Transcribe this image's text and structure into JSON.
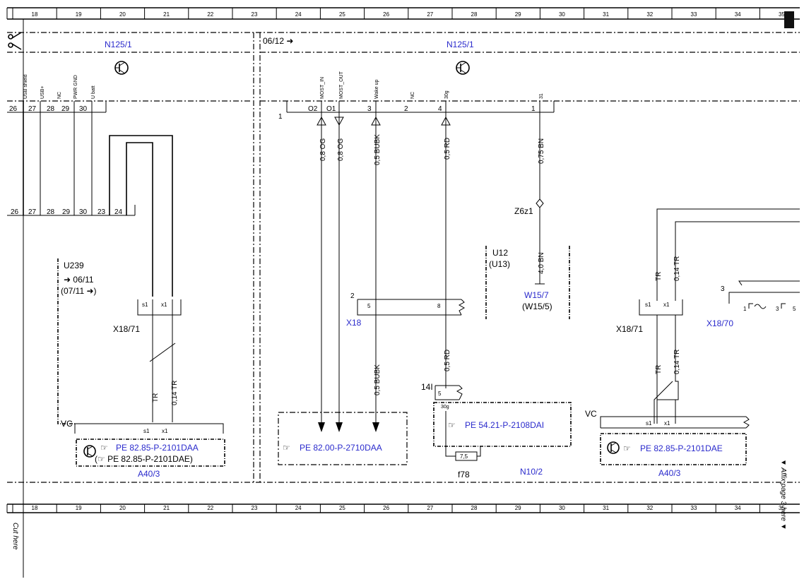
{
  "ruler": {
    "columns": [
      "18",
      "19",
      "20",
      "21",
      "22",
      "23",
      "24",
      "25",
      "26",
      "27",
      "28",
      "29",
      "30",
      "31",
      "32",
      "33",
      "34",
      "35"
    ]
  },
  "header": {
    "version_mark": "06/12 ➜",
    "module_left": "N125/1",
    "module_right": "N125/1"
  },
  "connector_left": {
    "pin_labels": [
      "USB shield",
      "USB+",
      "NC",
      "PWR GND",
      "U batt"
    ],
    "pins_top": [
      "26",
      "27",
      "28",
      "29",
      "30"
    ],
    "pins_bottom": [
      "26",
      "27",
      "28",
      "29",
      "30",
      "23",
      "24"
    ]
  },
  "connector_right": {
    "number": "1",
    "pin_labels": [
      "MOST_IN",
      "MOST_OUT",
      "Wake up",
      "NC",
      "30g",
      "31"
    ],
    "pins": [
      "O2",
      "O1",
      "3",
      "2",
      "4",
      "1"
    ]
  },
  "wires": {
    "w1": "0,8 OG",
    "w2": "0,8 OG",
    "w3": "0,5 BUBK",
    "w4": "0,5 RD",
    "w5": "0,75 BN",
    "w3b": "0,5 BUBK",
    "w4b": "0,5 RD",
    "w6": "4,0 BN",
    "tr": "TR",
    "tr014": "0,14 TR"
  },
  "labels": {
    "u239": "U239",
    "u239_v1": "➜ 06/11",
    "u239_v2": "(07/11 ➜)",
    "x18_71": "X18/71",
    "x18": "X18",
    "x18_num": "2",
    "x18_70": "X18/70",
    "z6z1": "Z6z1",
    "u12": "U12",
    "u13": "(U13)",
    "w15_7": "W15/7",
    "w15_5": "(W15/5)",
    "vc": "VC",
    "a40_3": "A40/3",
    "n10_2": "N10/2",
    "f78": "f78",
    "fuse": "7,5",
    "p14i": "14I",
    "p5": "5",
    "p30g": "30g",
    "p8": "8",
    "p3": "3",
    "p1": "1",
    "s1": "s1",
    "x1": "x1"
  },
  "refs": {
    "pe_a": "PE 82.85-P-2101DAA",
    "pe_b": "(☞ PE 82.85-P-2101DAE)",
    "pe_c": "PE 82.00-P-2710DAA",
    "pe_d": "PE 54.21-P-2108DAI",
    "pe_e": "PE 82.85-P-2101DAE"
  },
  "side": {
    "affix": "▼ Affix page 3 here ▼",
    "cut": "Cut here"
  },
  "colors": {
    "blue": "#2a2acc",
    "black": "#000000"
  }
}
